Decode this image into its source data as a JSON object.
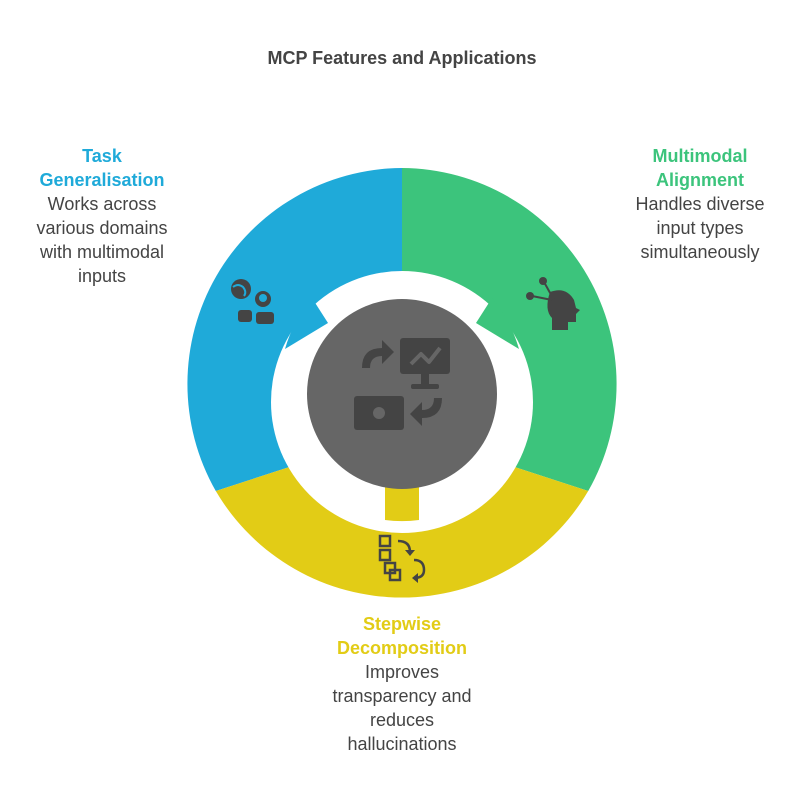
{
  "title": "MCP Features and Applications",
  "colors": {
    "task": "#1faad9",
    "multimodal": "#3cc47c",
    "stepwise": "#e2cc16",
    "center": "#666666",
    "icon_dark": "#444444",
    "text": "#444444"
  },
  "segments": [
    {
      "id": "task",
      "heading": [
        "Task",
        "Generalisation"
      ],
      "description": [
        "Works across",
        "various domains",
        "with multimodal",
        "inputs"
      ],
      "icon": "people-globe-icon",
      "color": "#1faad9"
    },
    {
      "id": "multimodal",
      "heading": [
        "Multimodal",
        "Alignment"
      ],
      "description": [
        "Handles diverse",
        "input types",
        "simultaneously"
      ],
      "icon": "head-network-icon",
      "color": "#3cc47c"
    },
    {
      "id": "stepwise",
      "heading": [
        "Stepwise",
        "Decomposition"
      ],
      "description": [
        "Improves",
        "transparency and",
        "reduces",
        "hallucinations"
      ],
      "icon": "flowchart-steps-icon",
      "color": "#e2cc16"
    }
  ],
  "center": {
    "icon": "monitor-exchange-icon"
  }
}
